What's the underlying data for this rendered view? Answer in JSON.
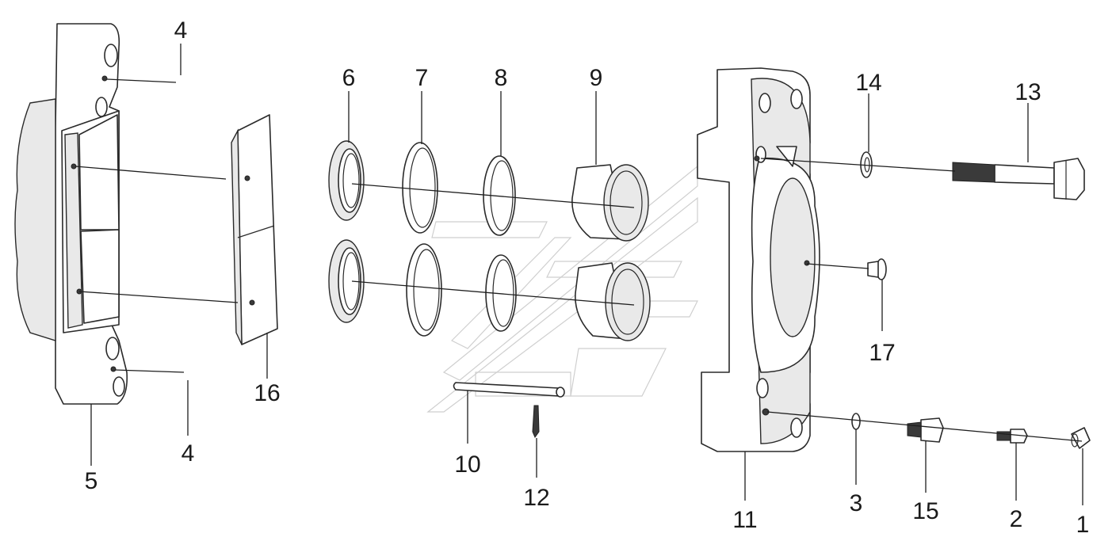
{
  "diagram": {
    "callouts": [
      {
        "id": "c4-top",
        "text": "4"
      },
      {
        "id": "c4-bottom",
        "text": "4"
      },
      {
        "id": "c5",
        "text": "5"
      },
      {
        "id": "c16",
        "text": "16"
      },
      {
        "id": "c6",
        "text": "6"
      },
      {
        "id": "c7",
        "text": "7"
      },
      {
        "id": "c8",
        "text": "8"
      },
      {
        "id": "c9",
        "text": "9"
      },
      {
        "id": "c10",
        "text": "10"
      },
      {
        "id": "c12",
        "text": "12"
      },
      {
        "id": "c11",
        "text": "11"
      },
      {
        "id": "c14",
        "text": "14"
      },
      {
        "id": "c13",
        "text": "13"
      },
      {
        "id": "c17",
        "text": "17"
      },
      {
        "id": "c3",
        "text": "3"
      },
      {
        "id": "c15",
        "text": "15"
      },
      {
        "id": "c2",
        "text": "2"
      },
      {
        "id": "c1",
        "text": "1"
      }
    ]
  }
}
